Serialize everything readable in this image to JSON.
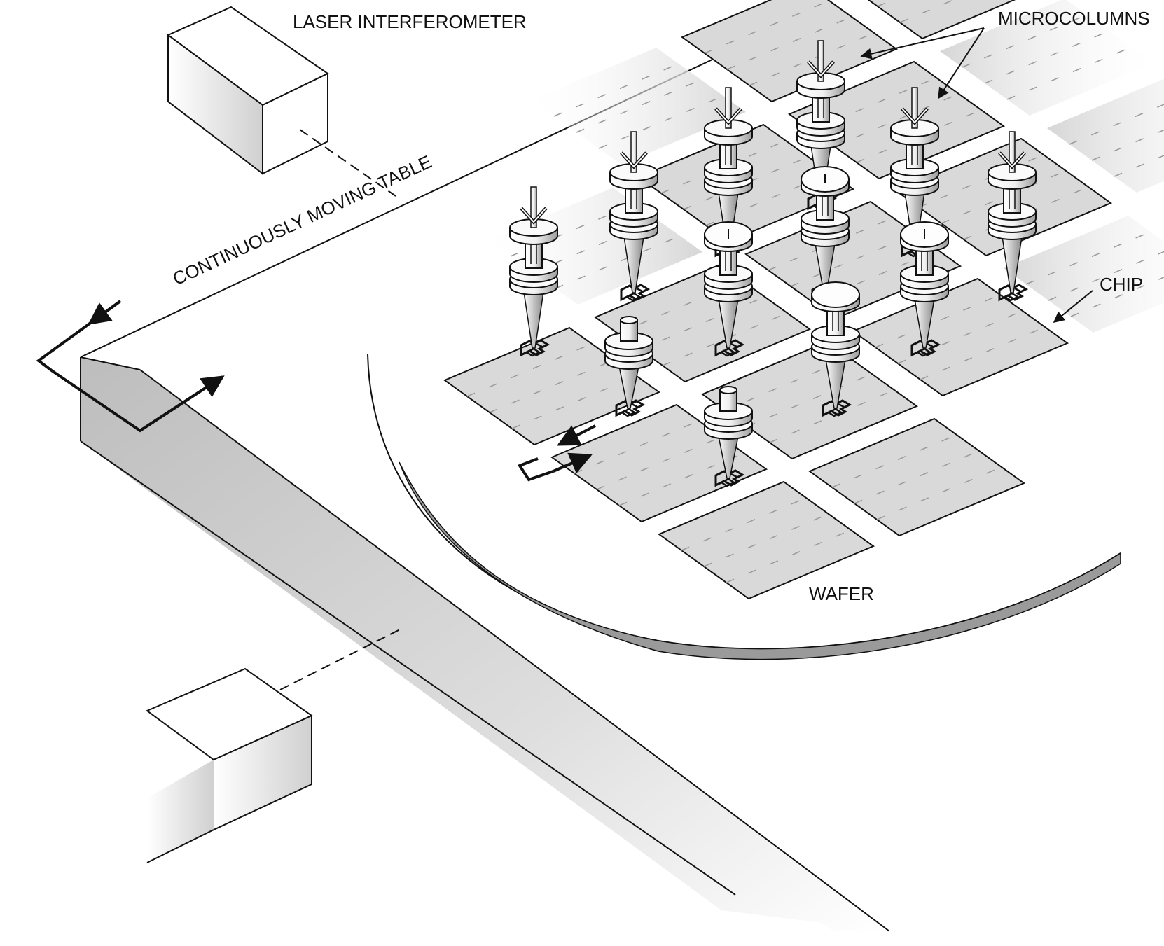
{
  "labels": {
    "laser": "LASER INTERFEROMETER",
    "table": "CONTINUOUSLY MOVING TABLE",
    "microcolumns": "MICROCOLUMNS",
    "chip": "CHIP",
    "wafer": "WAFER"
  },
  "colors": {
    "ink": "#111111",
    "chip_fill": "#d9d9d9",
    "table_side": "#cfcfcf",
    "column_fill": "#f4f4f4"
  }
}
